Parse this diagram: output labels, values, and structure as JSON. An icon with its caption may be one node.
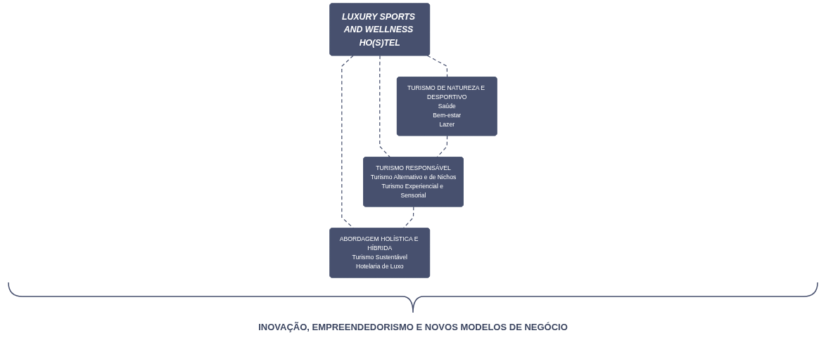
{
  "diagram": {
    "nodes": [
      {
        "text": [
          "LUXURY SPORTS AND WELLNESS HO(S)TEL"
        ]
      },
      {
        "text": [
          "TURISMO DE NATUREZA E DESPORTIVO",
          "Saúde",
          "Bem-estar",
          "Lazer"
        ]
      },
      {
        "text": [
          "TURISMO RESPONSÁVEL",
          "Turismo Alternativo e de Nichos",
          "Turismo Experiencial e Sensorial"
        ]
      },
      {
        "text": [
          "ABORDAGEM HOLÍSTICA E HÍBRIDA",
          "Turismo Sustentável",
          "Hotelaria de Luxo"
        ]
      }
    ],
    "edges": [
      {
        "from": 0,
        "to": 1,
        "arrow": "none",
        "style": "dashed"
      },
      {
        "from": 0,
        "to": 2,
        "arrow": "none",
        "style": "dashed"
      },
      {
        "from": 0,
        "to": 3,
        "arrow": "none",
        "style": "dashed"
      },
      {
        "from": 1,
        "to": 2,
        "arrow": "none",
        "style": "dashed"
      },
      {
        "from": 2,
        "to": 3,
        "arrow": "none",
        "style": "dashed"
      }
    ],
    "labels": [
      "INOVAÇÃO, EMPREENDEDORISMO E NOVOS MODELOS DE NEGÓCIO"
    ]
  }
}
